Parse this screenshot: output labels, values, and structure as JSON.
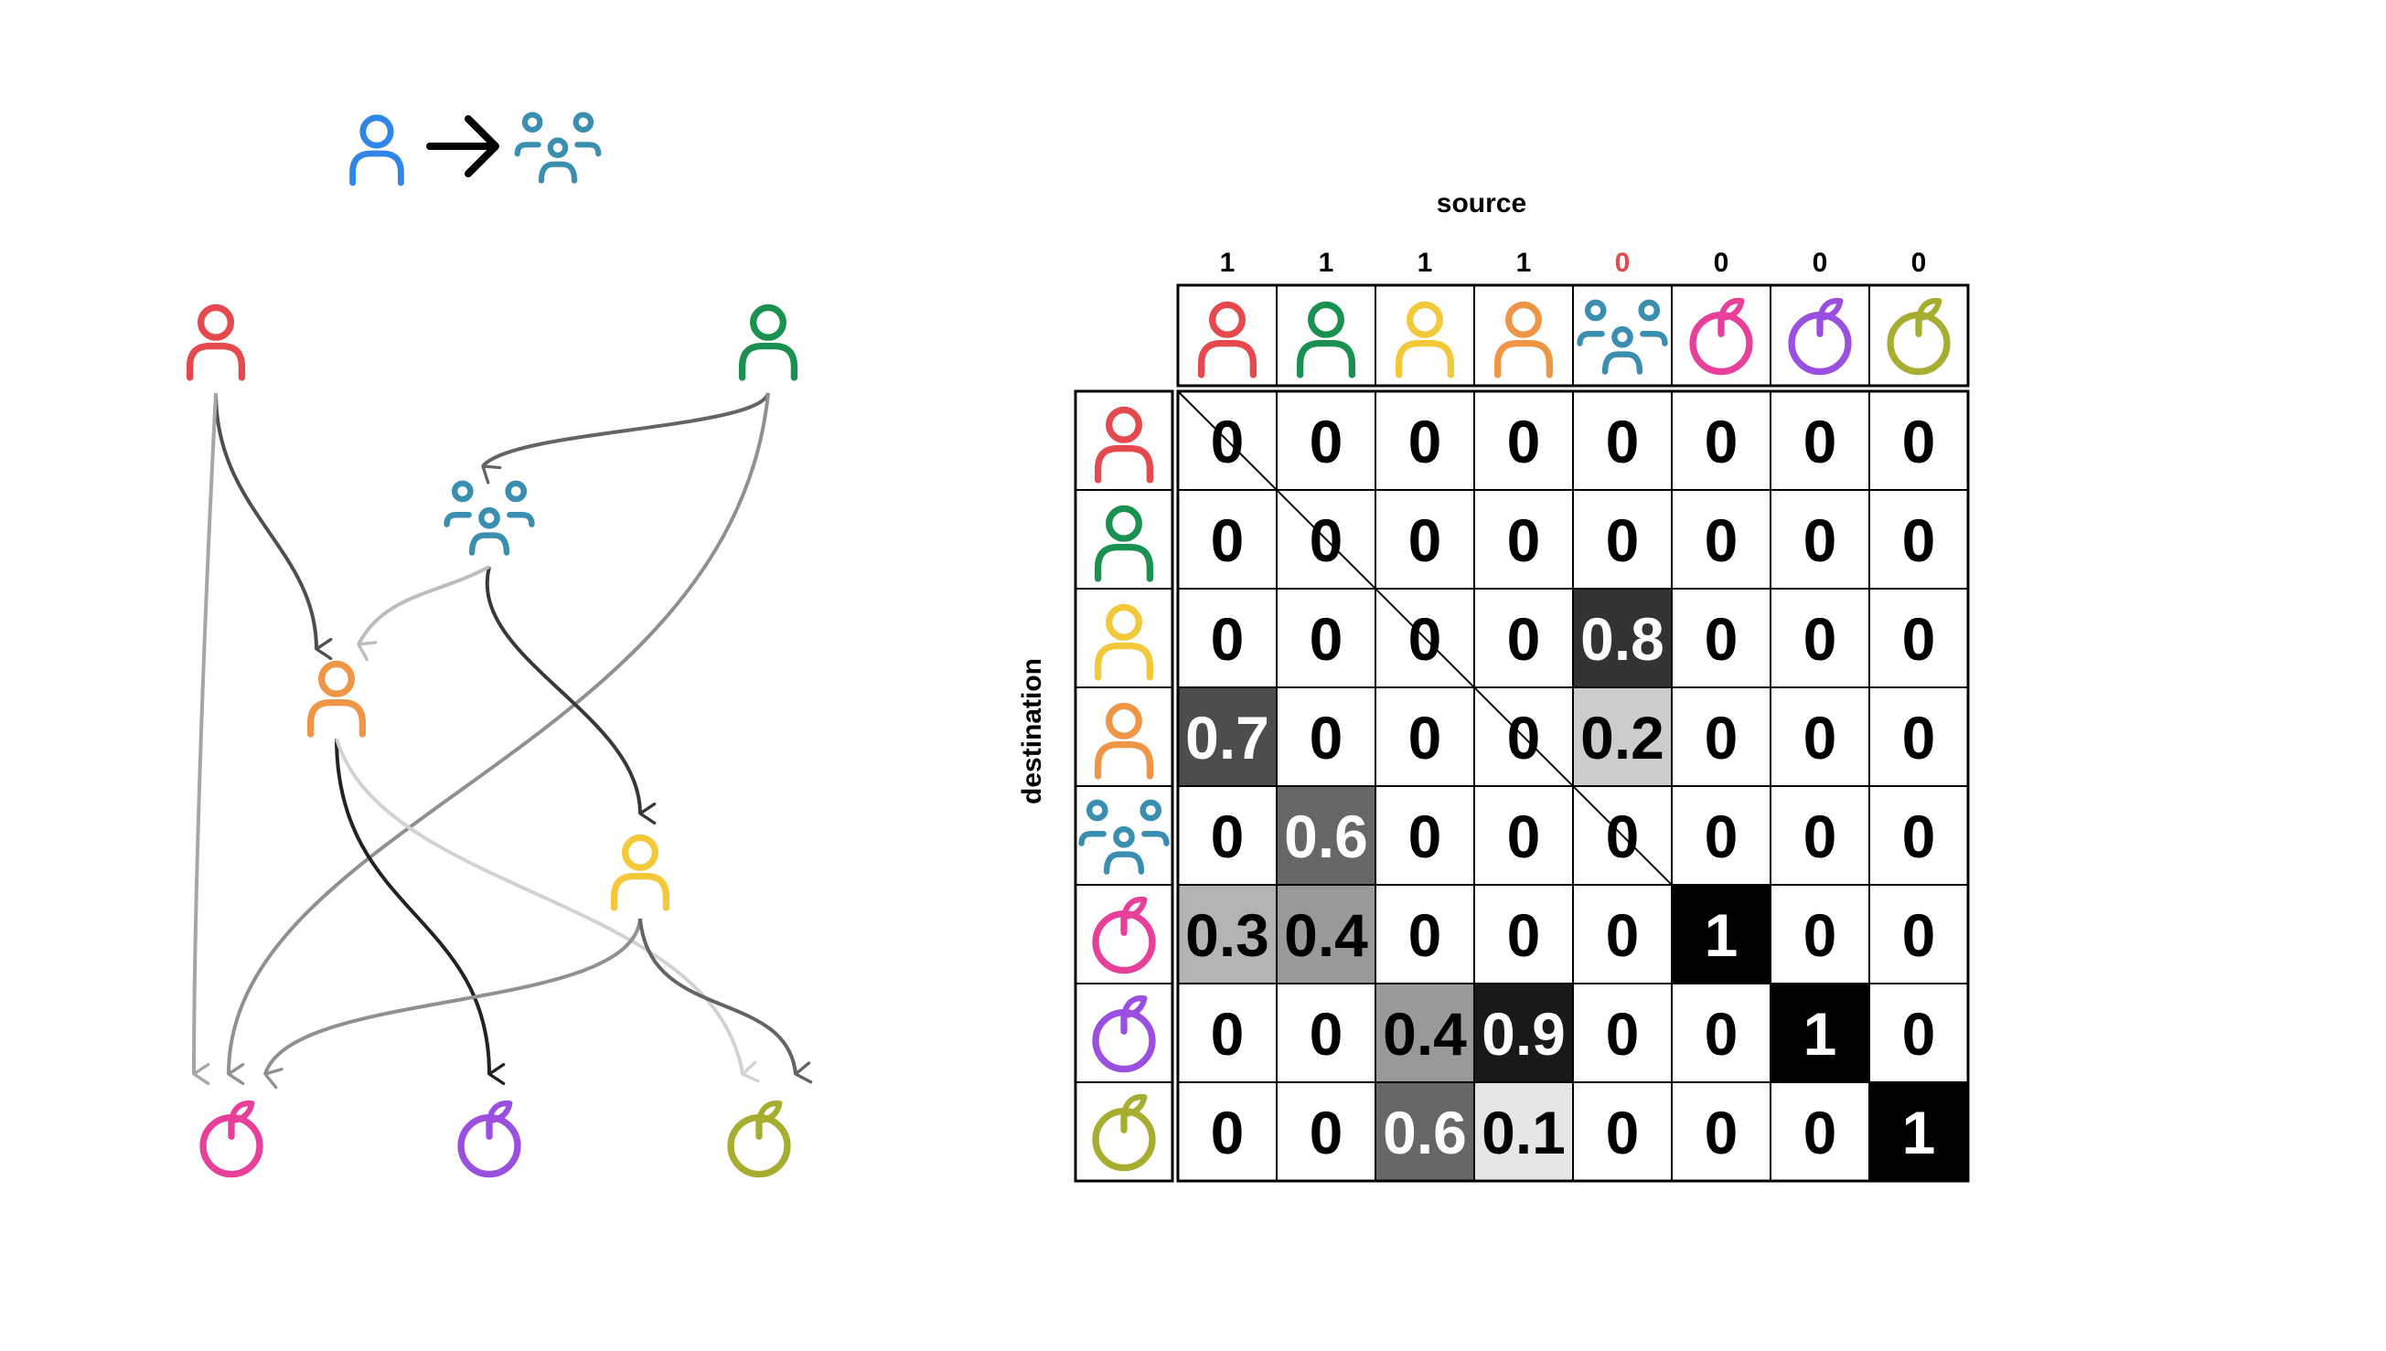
{
  "colors": {
    "person_red": "#e5484d",
    "person_green": "#1a9150",
    "person_yellow": "#f3c93a",
    "person_orange": "#ef9646",
    "group_teal": "#3a8fb0",
    "person_blue": "#2f86e6",
    "fruit_pink": "#e83f9b",
    "fruit_purple": "#9b4fe0",
    "fruit_olive": "#a6ad2f",
    "source_zero_highlight": "#e5484d"
  },
  "legend": {
    "from_icon": "person-icon",
    "arrow_icon": "arrow-right-icon",
    "to_icon": "group-icon"
  },
  "graph": {
    "nodes": [
      {
        "id": "red",
        "icon": "person",
        "color": "#e5484d"
      },
      {
        "id": "green",
        "icon": "person",
        "color": "#1a9150"
      },
      {
        "id": "group",
        "icon": "group",
        "color": "#3a8fb0"
      },
      {
        "id": "orange",
        "icon": "person",
        "color": "#ef9646"
      },
      {
        "id": "yellow",
        "icon": "person",
        "color": "#f3c93a"
      },
      {
        "id": "pink",
        "icon": "fruit",
        "color": "#e83f9b"
      },
      {
        "id": "purple",
        "icon": "fruit",
        "color": "#9b4fe0"
      },
      {
        "id": "olive",
        "icon": "fruit",
        "color": "#a6ad2f"
      }
    ],
    "edges": [
      {
        "from": "red",
        "to": "orange",
        "weight": 0.7
      },
      {
        "from": "red",
        "to": "pink",
        "weight": 0.3
      },
      {
        "from": "green",
        "to": "group",
        "weight": 0.6
      },
      {
        "from": "green",
        "to": "pink",
        "weight": 0.4
      },
      {
        "from": "group",
        "to": "yellow",
        "weight": 0.8
      },
      {
        "from": "group",
        "to": "orange",
        "weight": 0.2
      },
      {
        "from": "orange",
        "to": "purple",
        "weight": 0.9
      },
      {
        "from": "orange",
        "to": "olive",
        "weight": 0.1
      },
      {
        "from": "yellow",
        "to": "pink",
        "weight": 0.4
      },
      {
        "from": "yellow",
        "to": "olive",
        "weight": 0.6
      }
    ]
  },
  "matrix": {
    "source_label": "source",
    "destination_label": "destination",
    "columns": [
      {
        "icon": "person",
        "color": "#e5484d",
        "top": "1"
      },
      {
        "icon": "person",
        "color": "#1a9150",
        "top": "1"
      },
      {
        "icon": "person",
        "color": "#f3c93a",
        "top": "1"
      },
      {
        "icon": "person",
        "color": "#ef9646",
        "top": "1"
      },
      {
        "icon": "group",
        "color": "#3a8fb0",
        "top": "0",
        "highlight": true
      },
      {
        "icon": "fruit",
        "color": "#e83f9b",
        "top": "0"
      },
      {
        "icon": "fruit",
        "color": "#9b4fe0",
        "top": "0"
      },
      {
        "icon": "fruit",
        "color": "#a6ad2f",
        "top": "0"
      }
    ],
    "rows": [
      {
        "icon": "person",
        "color": "#e5484d"
      },
      {
        "icon": "person",
        "color": "#1a9150"
      },
      {
        "icon": "person",
        "color": "#f3c93a"
      },
      {
        "icon": "person",
        "color": "#ef9646"
      },
      {
        "icon": "group",
        "color": "#3a8fb0"
      },
      {
        "icon": "fruit",
        "color": "#e83f9b"
      },
      {
        "icon": "fruit",
        "color": "#9b4fe0"
      },
      {
        "icon": "fruit",
        "color": "#a6ad2f"
      }
    ],
    "values": [
      [
        "0",
        "0",
        "0",
        "0",
        "0",
        "0",
        "0",
        "0"
      ],
      [
        "0",
        "0",
        "0",
        "0",
        "0",
        "0",
        "0",
        "0"
      ],
      [
        "0",
        "0",
        "0",
        "0",
        "0.8",
        "0",
        "0",
        "0"
      ],
      [
        "0.7",
        "0",
        "0",
        "0",
        "0.2",
        "0",
        "0",
        "0"
      ],
      [
        "0",
        "0.6",
        "0",
        "0",
        "0",
        "0",
        "0",
        "0"
      ],
      [
        "0.3",
        "0.4",
        "0",
        "0",
        "0",
        "1",
        "0",
        "0"
      ],
      [
        "0",
        "0",
        "0.4",
        "0.9",
        "0",
        "0",
        "1",
        "0"
      ],
      [
        "0",
        "0",
        "0.6",
        "0.1",
        "0",
        "0",
        "0",
        "1"
      ]
    ]
  }
}
